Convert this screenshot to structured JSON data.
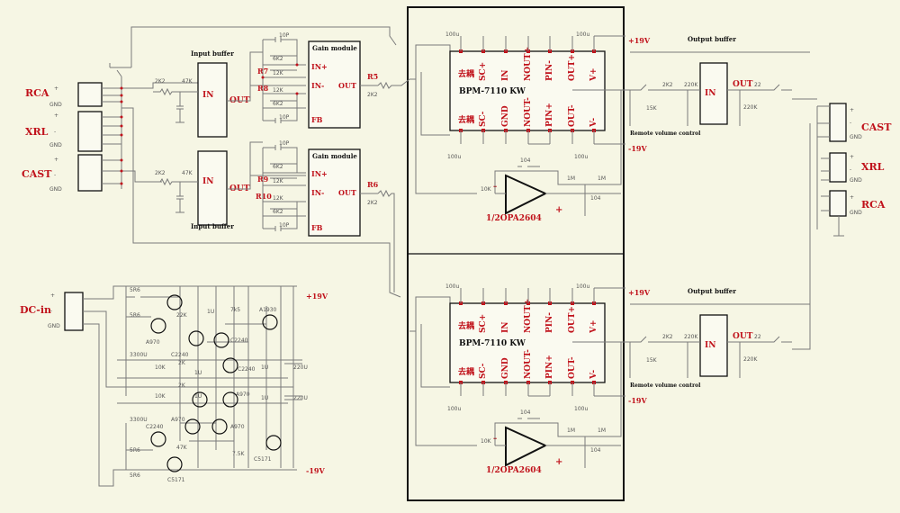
{
  "connectors_in": {
    "rca": {
      "label": "RCA",
      "plus": "+",
      "minus": "-",
      "gnd": "GND"
    },
    "xrl": {
      "label": "XRL",
      "plus": "+",
      "minus": "-",
      "gnd": "GND"
    },
    "cast": {
      "label": "CAST",
      "plus": "+",
      "minus": "-",
      "gnd": "GND"
    }
  },
  "connectors_out": {
    "cast": {
      "label": "CAST",
      "plus": "+",
      "minus": "-",
      "gnd": "GND"
    },
    "xrl": {
      "label": "XRL",
      "plus": "+",
      "minus": "-",
      "gnd": "GND"
    },
    "rca": {
      "label": "RCA",
      "plus": "+",
      "minus": "-",
      "gnd": "GND"
    }
  },
  "dc_in": {
    "label": "DC-in",
    "plus": "+",
    "minus": "-",
    "gnd": "GND"
  },
  "input_stage": {
    "title": "Input buffer",
    "in": "IN",
    "out": "OUT",
    "r_in": "2K2",
    "r_shunt": "47K"
  },
  "gain_module": {
    "title": "Gain module",
    "in_plus": "IN+",
    "in_minus": "IN-",
    "out": "OUT",
    "fb": "FB",
    "cap": "10P",
    "r_a": "6K2",
    "r_b": "12K",
    "ch1": {
      "r_top": "R7",
      "r_bottom": "R8",
      "r_out": "R5",
      "r_out_val": "2K2"
    },
    "ch2": {
      "r_top": "R9",
      "r_bottom": "R10",
      "r_out": "R6",
      "r_out_val": "2K2"
    }
  },
  "bpm": {
    "chip": "BPM-7110 KW",
    "top_pins": [
      "去耦",
      "SC+",
      "IN",
      "NOUT+",
      "PIN-",
      "OUT+",
      "V+"
    ],
    "bottom_pins": [
      "去耦",
      "SC-",
      "GND",
      "NOUT-",
      "PIN+",
      "OUT-",
      "V-"
    ],
    "cap": "100u",
    "v_plus": "+19V",
    "v_minus": "-19V"
  },
  "opamp": {
    "name": "1/2OPA2604",
    "r_in": "10K",
    "cap": "104",
    "r_fb1": "1M",
    "r_fb2": "1M",
    "cap2": "104",
    "minus": "-",
    "plus": "+"
  },
  "output_stage": {
    "title": "Output buffer",
    "in": "IN",
    "out": "OUT",
    "r1": "2K2",
    "r2": "220K",
    "pot": "15K",
    "r_out": "22",
    "r_shunt": "220K",
    "remote": "Remote volume control"
  },
  "psu": {
    "v_plus": "+19V",
    "v_minus": "-19V",
    "r_5r6": "5R6",
    "r_22k": "22K",
    "r_7k5_a": "7k5",
    "r_7k5_b": "7.5K",
    "r_47k": "47K",
    "r_10k": "10K",
    "r_2k": "2K",
    "c_1u": "1U",
    "c_3300u": "3300U",
    "c_220u": "220U",
    "q_a970": "A970",
    "q_c2240": "C2240",
    "q_a1930": "A1930",
    "q_c5171": "C5171"
  }
}
